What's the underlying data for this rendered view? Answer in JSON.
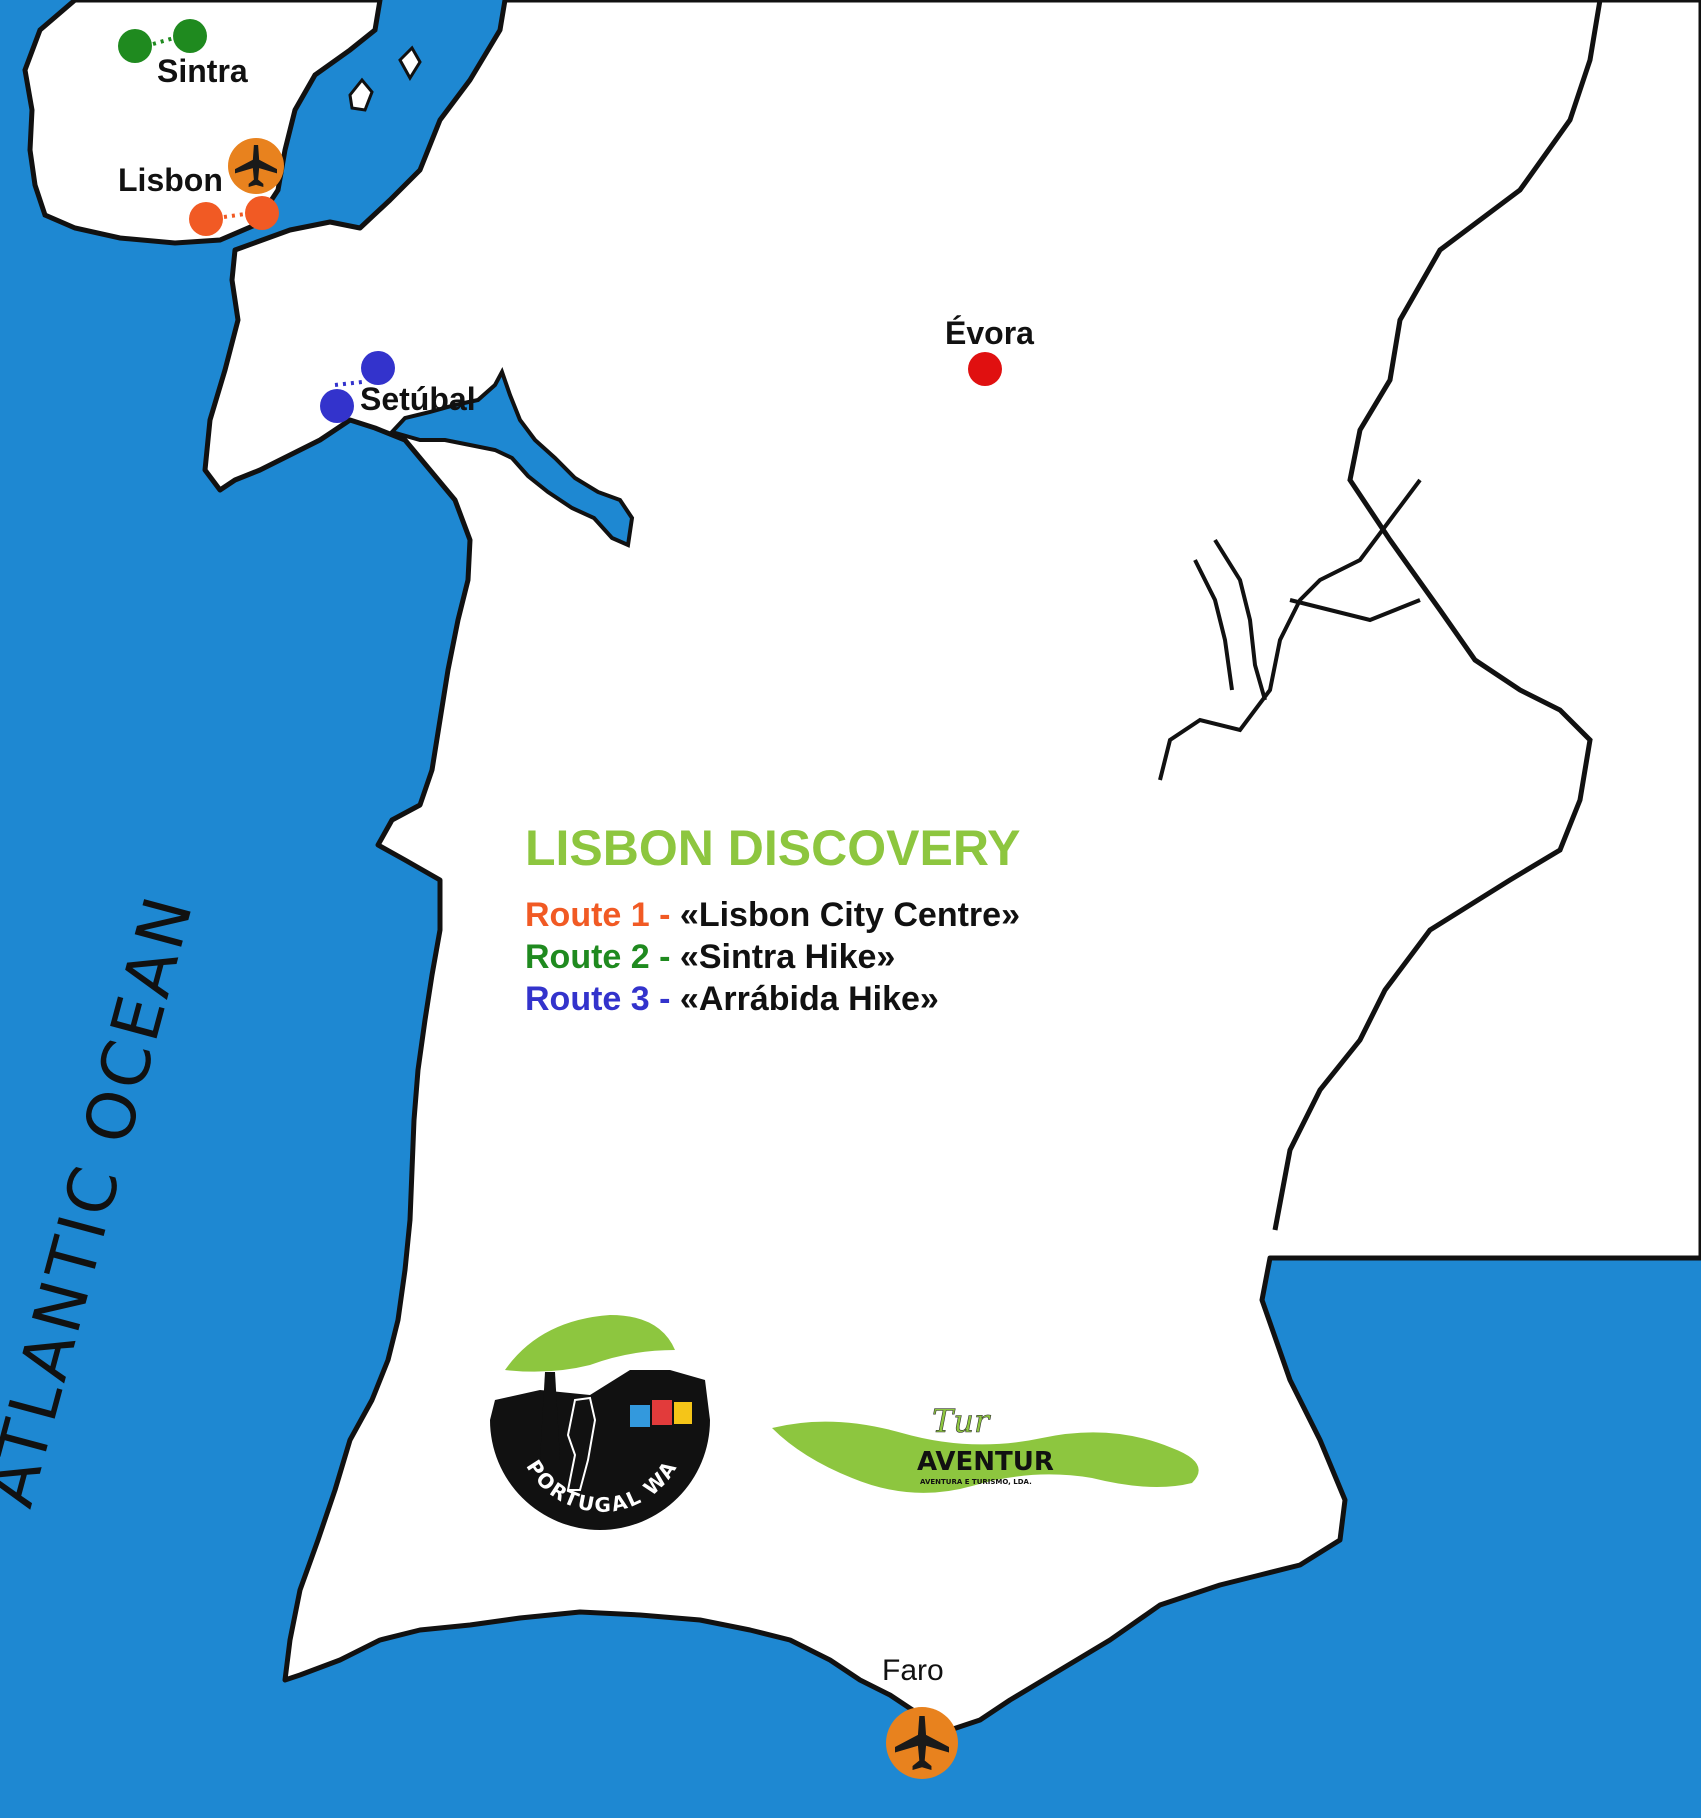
{
  "map": {
    "ocean_label": "ATLANTIC OCEAN",
    "colors": {
      "ocean": "#1e88d2",
      "land": "#ffffff",
      "coastline": "#111111",
      "route1": "#f15a24",
      "route2": "#1f8a1f",
      "route3": "#3333cc",
      "evora_marker": "#e01010",
      "airport": "#e8821e",
      "title_green": "#8dc63f"
    },
    "places": {
      "sintra": "Sintra",
      "lisbon": "Lisbon",
      "setubal": "Setúbal",
      "evora": "Évora",
      "faro": "Faro"
    },
    "icons": {
      "airport": "airplane-icon",
      "route_marker": "circle-icon"
    }
  },
  "legend": {
    "title": "LISBON DISCOVERY",
    "routes": [
      {
        "label": "Route 1 -",
        "name": "«Lisbon City Centre»",
        "color": "#f15a24"
      },
      {
        "label": "Route 2 -",
        "name": "«Sintra Hike»",
        "color": "#1f8a1f"
      },
      {
        "label": "Route 3 -",
        "name": "«Arrábida Hike»",
        "color": "#3333cc"
      }
    ]
  },
  "logos": {
    "portugal_walking": "PORTUGAL WALKING",
    "tur_aventur": {
      "script": "Tur",
      "main": "AVENTUR",
      "tagline": "AVENTURA E TURISMO, LDA."
    }
  }
}
